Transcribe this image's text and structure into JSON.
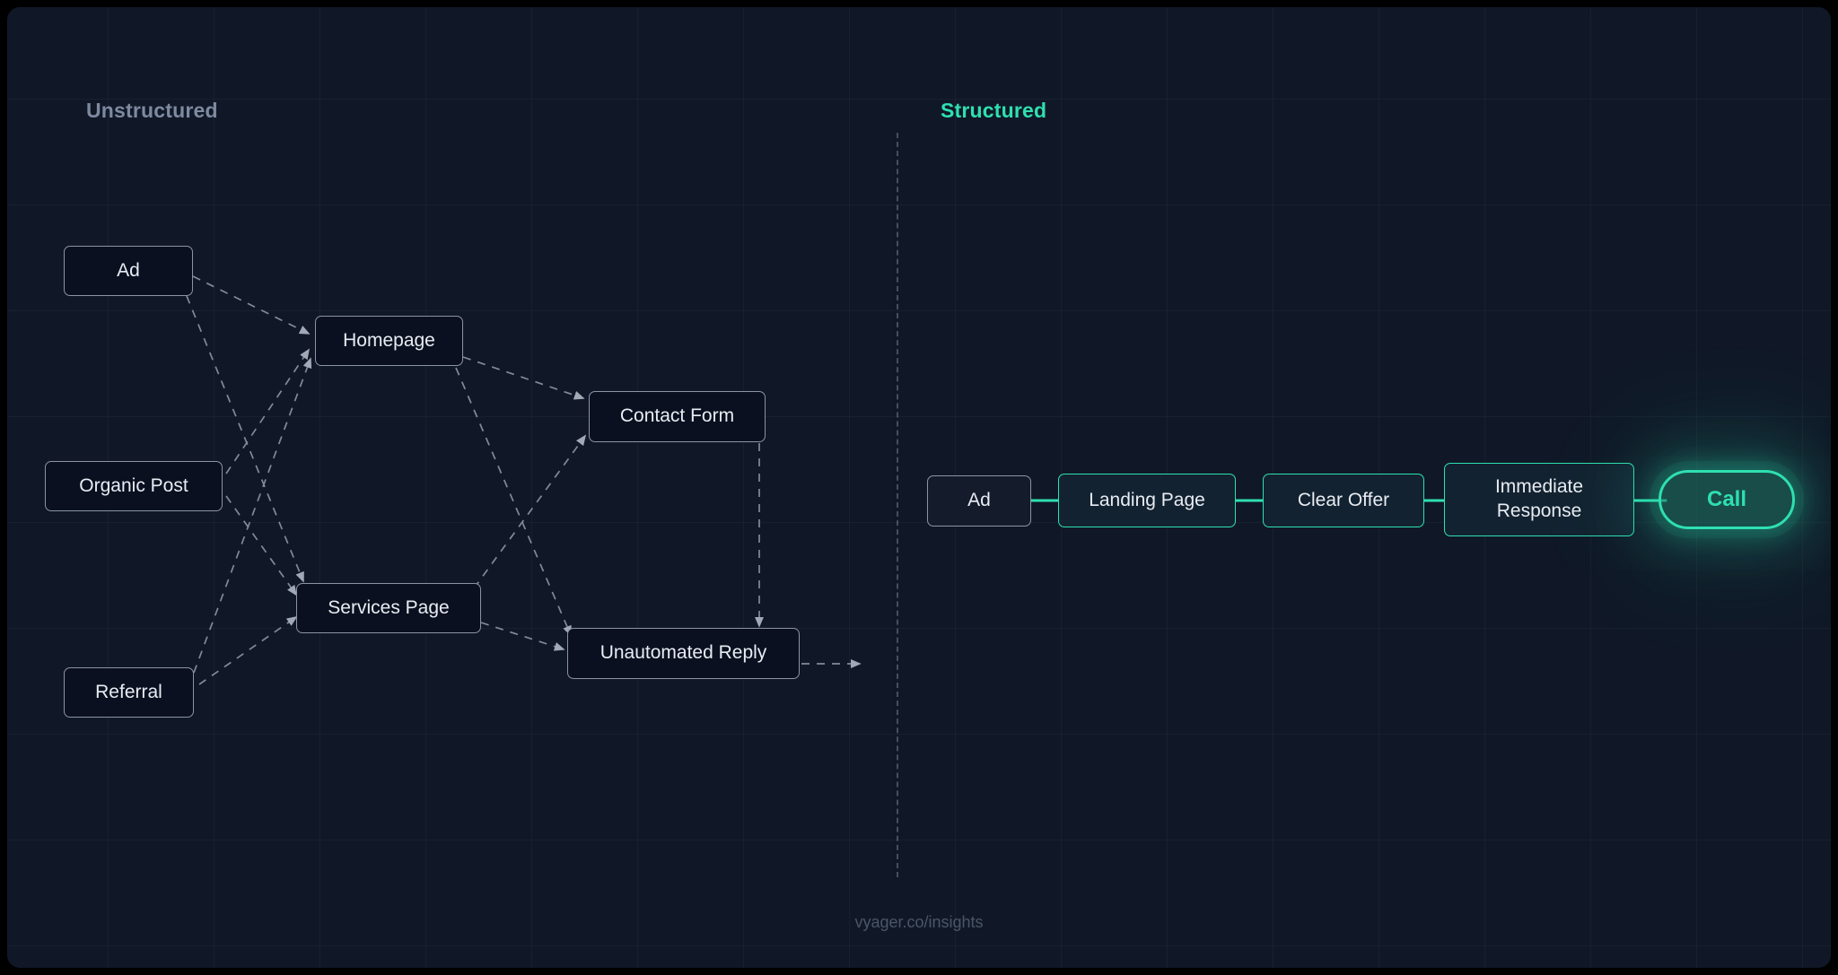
{
  "theme": {
    "background": "#101827",
    "accent": "#2ee0b0",
    "muted_text": "#7e8aa0",
    "node_border": "#8b94a6",
    "node_fill": "#0b1020",
    "edge_color": "#8b94a6"
  },
  "sections": {
    "left_label": "Unstructured",
    "right_label": "Structured"
  },
  "footer": {
    "text": "vyager.co/insights"
  },
  "unstructured": {
    "nodes": [
      {
        "id": "ad",
        "label": "Ad"
      },
      {
        "id": "organic",
        "label": "Organic Post"
      },
      {
        "id": "referral",
        "label": "Referral"
      },
      {
        "id": "homepage",
        "label": "Homepage"
      },
      {
        "id": "services",
        "label": "Services Page"
      },
      {
        "id": "contact",
        "label": "Contact Form"
      },
      {
        "id": "unauto",
        "label": "Unautomated Reply"
      }
    ],
    "edges": [
      {
        "from": "ad",
        "to": "homepage"
      },
      {
        "from": "ad",
        "to": "services"
      },
      {
        "from": "organic",
        "to": "homepage"
      },
      {
        "from": "organic",
        "to": "services"
      },
      {
        "from": "referral",
        "to": "homepage"
      },
      {
        "from": "referral",
        "to": "services"
      },
      {
        "from": "homepage",
        "to": "contact"
      },
      {
        "from": "homepage",
        "to": "unauto"
      },
      {
        "from": "services",
        "to": "contact"
      },
      {
        "from": "services",
        "to": "unauto"
      },
      {
        "from": "contact",
        "to": "unauto"
      },
      {
        "from": "unauto",
        "to": "dead-end"
      }
    ]
  },
  "structured": {
    "nodes": [
      {
        "id": "s-ad",
        "label": "Ad",
        "style": "plain"
      },
      {
        "id": "s-landing",
        "label": "Landing Page",
        "style": "accent"
      },
      {
        "id": "s-offer",
        "label": "Clear Offer",
        "style": "accent"
      },
      {
        "id": "s-response",
        "label": "Immediate Response",
        "style": "accent"
      },
      {
        "id": "s-call",
        "label": "Call",
        "style": "glow"
      }
    ],
    "edges": [
      {
        "from": "s-ad",
        "to": "s-landing"
      },
      {
        "from": "s-landing",
        "to": "s-offer"
      },
      {
        "from": "s-offer",
        "to": "s-response"
      },
      {
        "from": "s-response",
        "to": "s-call"
      }
    ]
  }
}
